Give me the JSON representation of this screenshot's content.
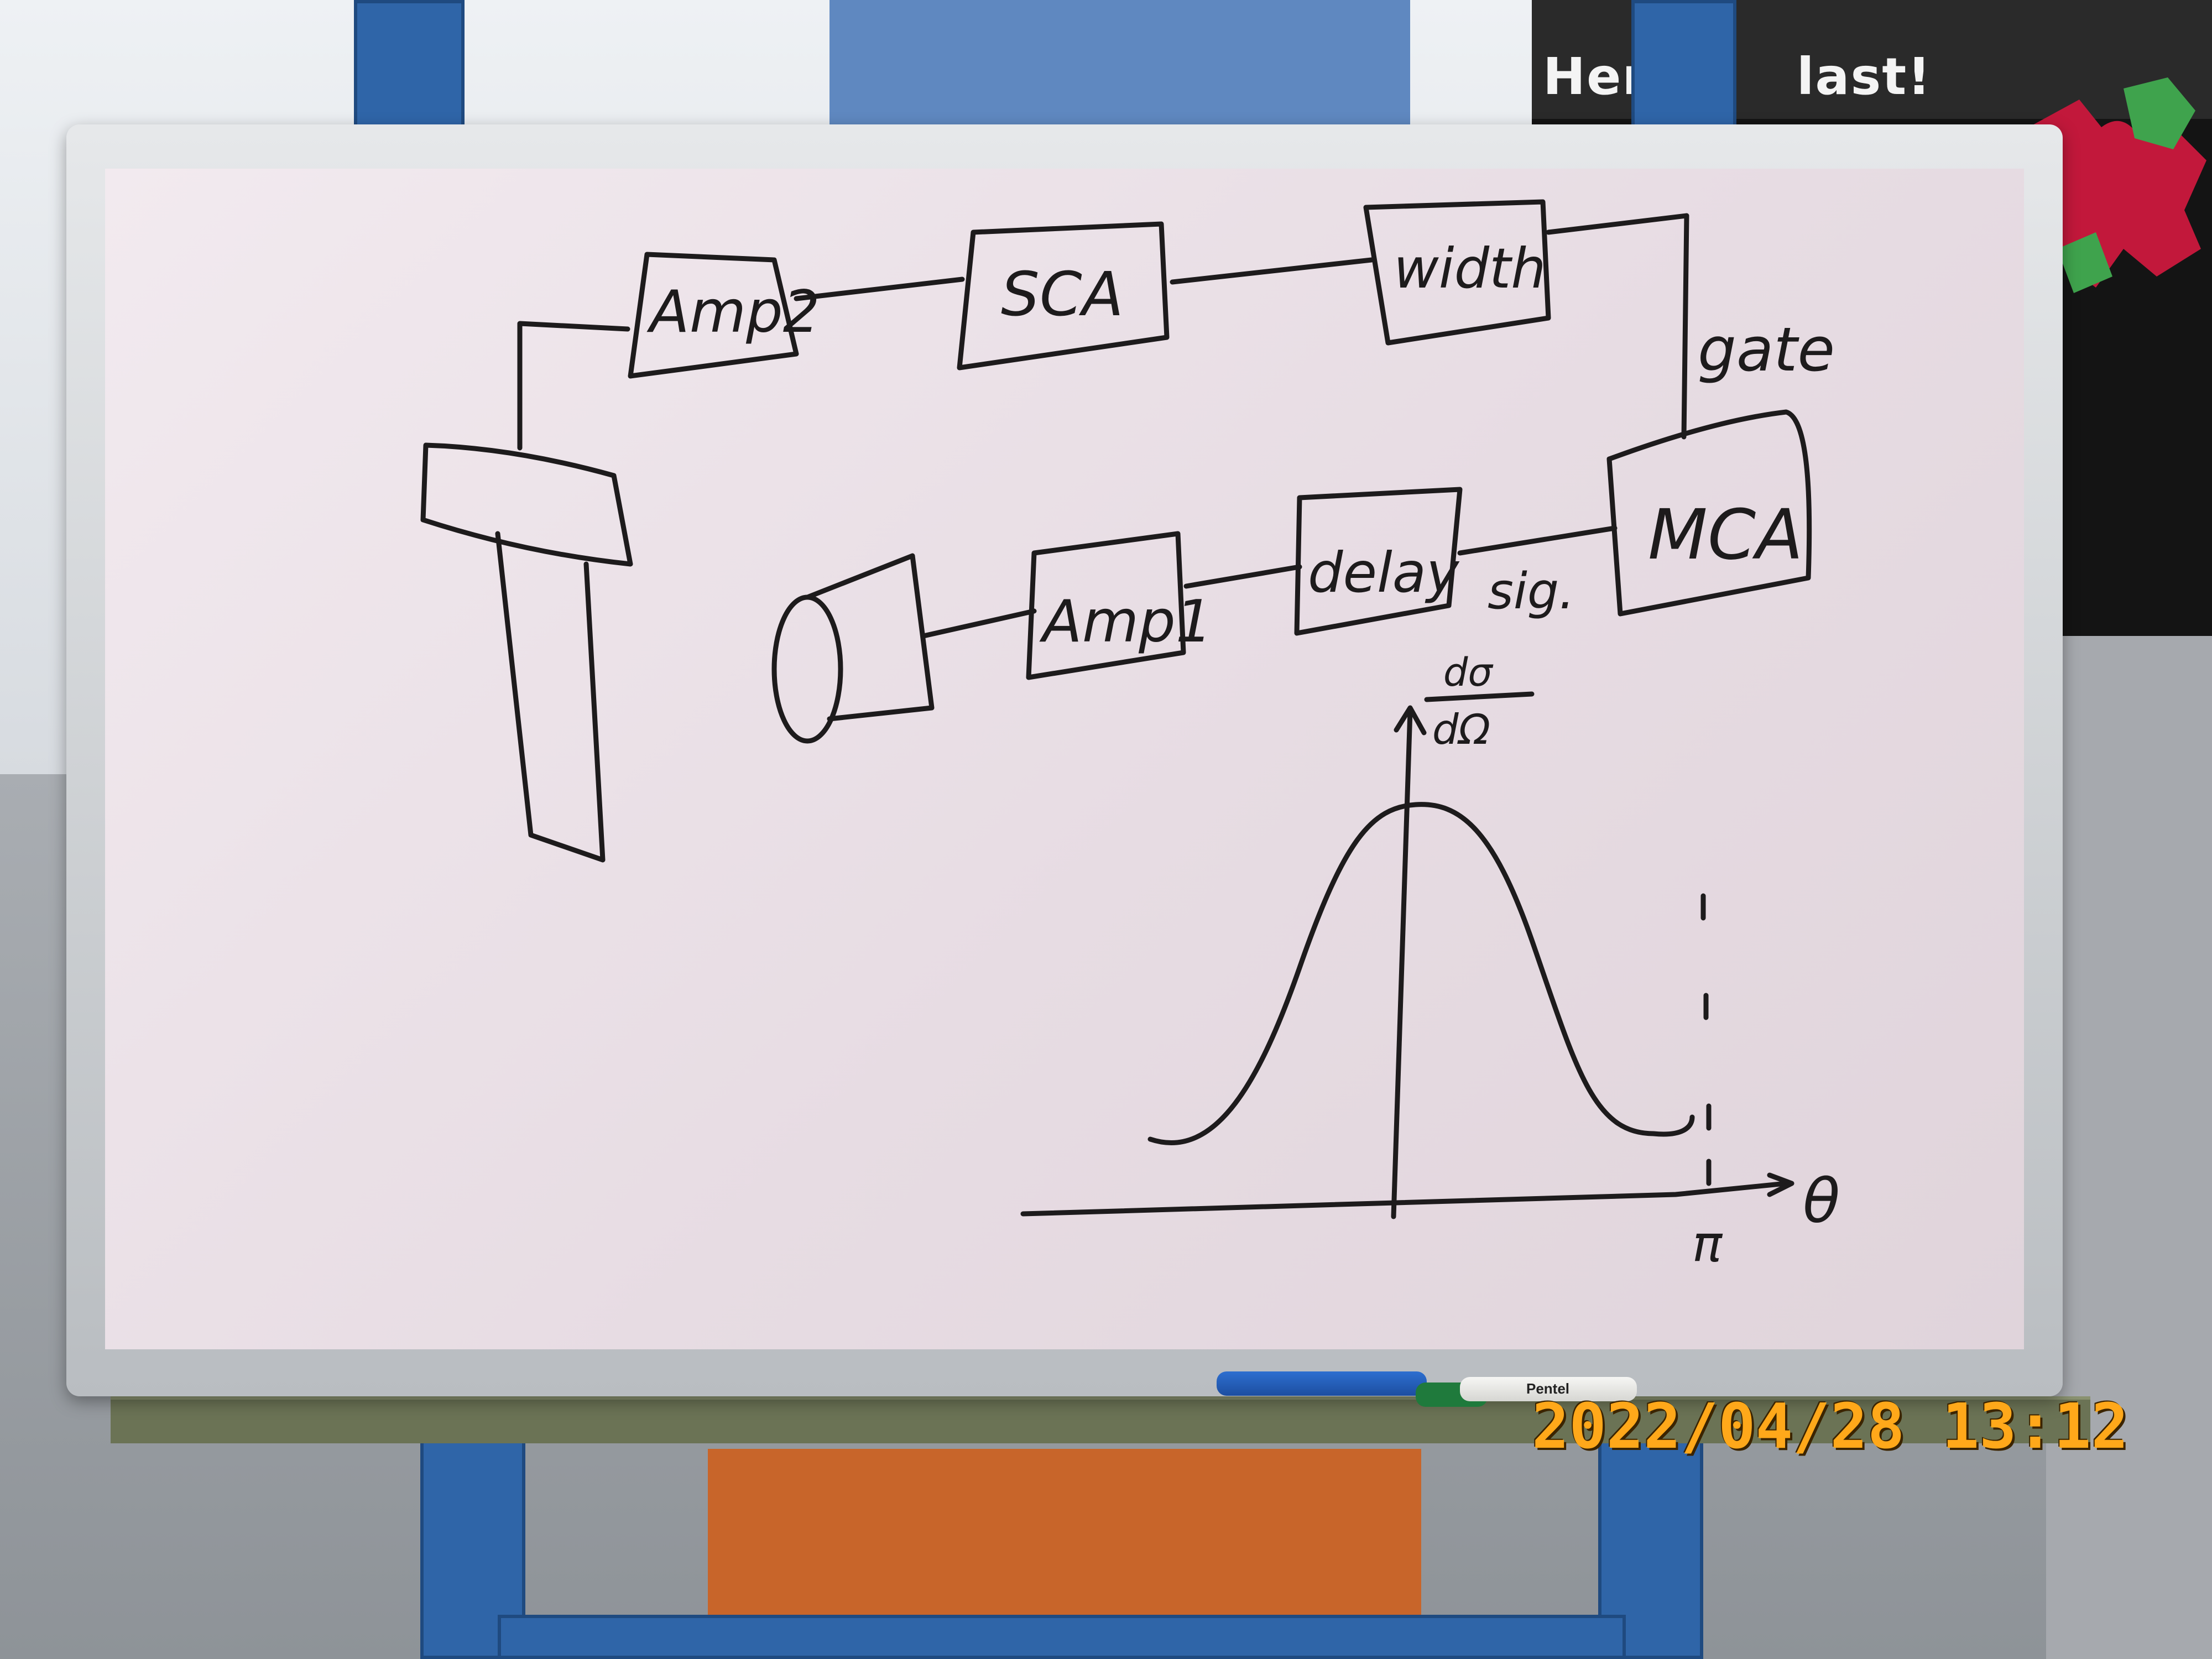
{
  "poster": {
    "headline_left": "Her",
    "headline_right": "last!"
  },
  "diagram": {
    "top_chain": [
      "Amp2",
      "SCA",
      "width"
    ],
    "bottom_chain": [
      "Amp1",
      "delay"
    ],
    "mca": "MCA",
    "gate_label": "gate",
    "sig_label": "sig.",
    "y_axis_label_top": "dσ",
    "y_axis_label_bottom": "dΩ",
    "x_axis_label": "θ",
    "x_tick": "π"
  },
  "camera": {
    "timestamp": "2022/04/28  13:12"
  },
  "markers": {
    "brand": "Pentel"
  }
}
